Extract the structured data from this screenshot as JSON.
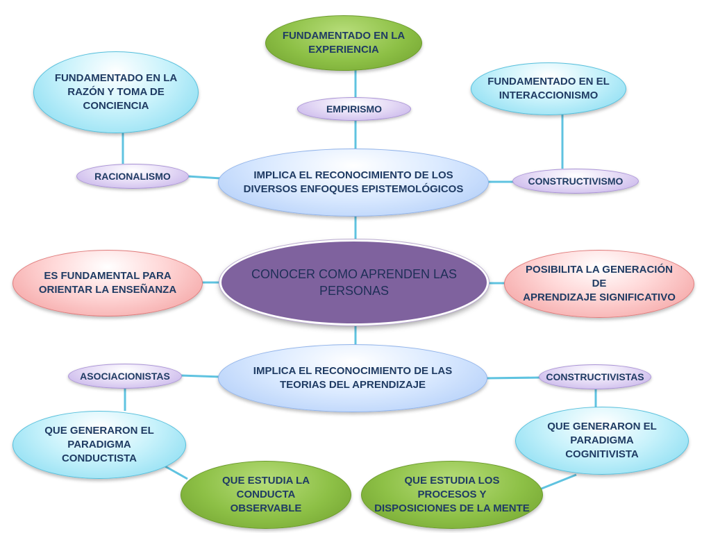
{
  "colors": {
    "connector": "#5fc3e0",
    "center_fill": "#7f629e"
  },
  "diagram": {
    "center": {
      "line1": "CONOCER COMO APRENDEN LAS",
      "line2": "PERSONAS"
    },
    "epistemology": {
      "line1": "IMPLICA EL RECONOCIMIENTO DE LOS",
      "line2": "DIVERSOS ENFOQUES EPISTEMOLÓGICOS"
    },
    "learning_theories": {
      "line1": "IMPLICA EL RECONOCIMIENTO DE LAS",
      "line2": "TEORIAS DEL APRENDIZAJE"
    },
    "empirismo": {
      "label": "EMPIRISMO"
    },
    "experiencia": {
      "line1": "FUNDAMENTADO EN LA",
      "line2": "EXPERIENCIA"
    },
    "racionalismo": {
      "label": "RACIONALISMO"
    },
    "razon": {
      "line1": "FUNDAMENTADO EN LA",
      "line2": "RAZÓN Y TOMA DE",
      "line3": "CONCIENCIA"
    },
    "constructivismo": {
      "label": "CONSTRUCTIVISMO"
    },
    "interaccionismo": {
      "line1": "FUNDAMENTADO EN EL",
      "line2": "INTERACCIONISMO"
    },
    "ensenanza": {
      "line1": "ES FUNDAMENTAL PARA",
      "line2": "ORIENTAR LA ENSEÑANZA"
    },
    "significativo": {
      "line1": "POSIBILITA LA GENERACIÓN DE",
      "line2": "APRENDIZAJE SIGNIFICATIVO"
    },
    "asociacionistas": {
      "label": "ASOCIACIONISTAS"
    },
    "conductista": {
      "line1": "QUE GENERARON EL",
      "line2": "PARADIGMA",
      "line3": "CONDUCTISTA"
    },
    "conducta": {
      "line1": "QUE ESTUDIA LA CONDUCTA",
      "line2": "OBSERVABLE"
    },
    "constructivistas": {
      "label": "CONSTRUCTIVISTAS"
    },
    "cognitivista": {
      "line1": "QUE GENERARON EL",
      "line2": "PARADIGMA",
      "line3": "COGNITIVISTA"
    },
    "mente": {
      "line1": "QUE ESTUDIA LOS PROCESOS Y",
      "line2": "DISPOSICIONES DE LA MENTE"
    }
  }
}
